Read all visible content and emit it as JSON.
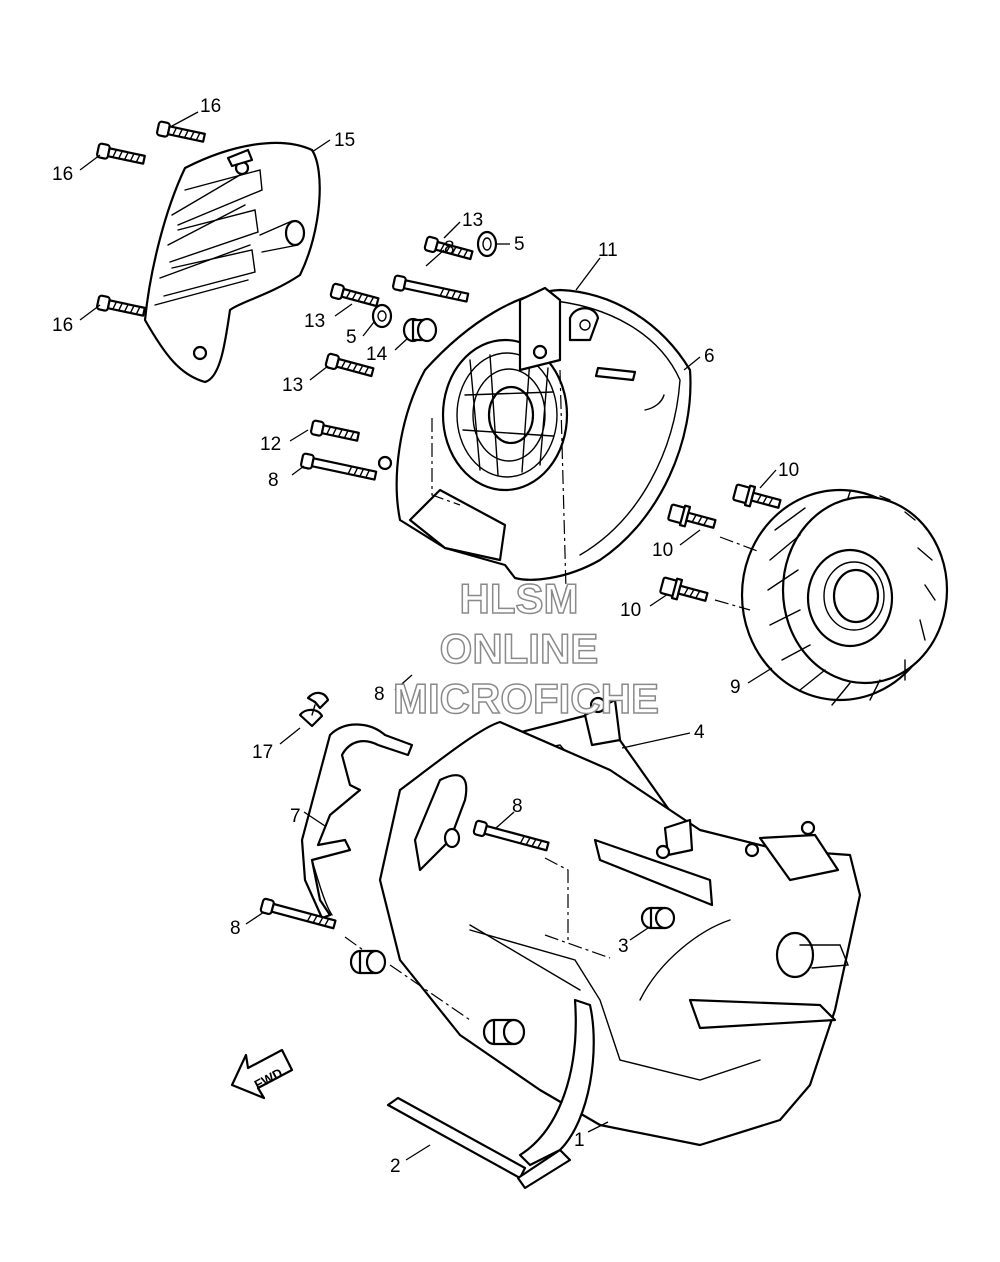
{
  "callouts": [
    {
      "id": "c16a",
      "text": "16"
    },
    {
      "id": "c16b",
      "text": "16"
    },
    {
      "id": "c16c",
      "text": "16"
    },
    {
      "id": "c15",
      "text": "15"
    },
    {
      "id": "c13a",
      "text": "13"
    },
    {
      "id": "c5a",
      "text": "5"
    },
    {
      "id": "c8a",
      "text": "8"
    },
    {
      "id": "c11",
      "text": "11"
    },
    {
      "id": "c13b",
      "text": "13"
    },
    {
      "id": "c5b",
      "text": "5"
    },
    {
      "id": "c14",
      "text": "14"
    },
    {
      "id": "c6",
      "text": "6"
    },
    {
      "id": "c13c",
      "text": "13"
    },
    {
      "id": "c12",
      "text": "12"
    },
    {
      "id": "c8b",
      "text": "8"
    },
    {
      "id": "c10a",
      "text": "10"
    },
    {
      "id": "c10b",
      "text": "10"
    },
    {
      "id": "c10c",
      "text": "10"
    },
    {
      "id": "c9",
      "text": "9"
    },
    {
      "id": "c8c",
      "text": "8"
    },
    {
      "id": "c4",
      "text": "4"
    },
    {
      "id": "c17",
      "text": "17"
    },
    {
      "id": "c7",
      "text": "7"
    },
    {
      "id": "c8d",
      "text": "8"
    },
    {
      "id": "c8e",
      "text": "8"
    },
    {
      "id": "c3",
      "text": "3"
    },
    {
      "id": "c1",
      "text": "1"
    },
    {
      "id": "c2",
      "text": "2"
    }
  ],
  "watermark": {
    "line1": "HLSM",
    "line2": "ONLINE",
    "line3": "MICROFICHE"
  },
  "direction_arrow": {
    "label": "FWD",
    "icon": "fwd-arrow-icon"
  },
  "colors": {
    "ink": "#000000",
    "paper": "#ffffff",
    "watermark_outline": "#8a8a8a"
  }
}
